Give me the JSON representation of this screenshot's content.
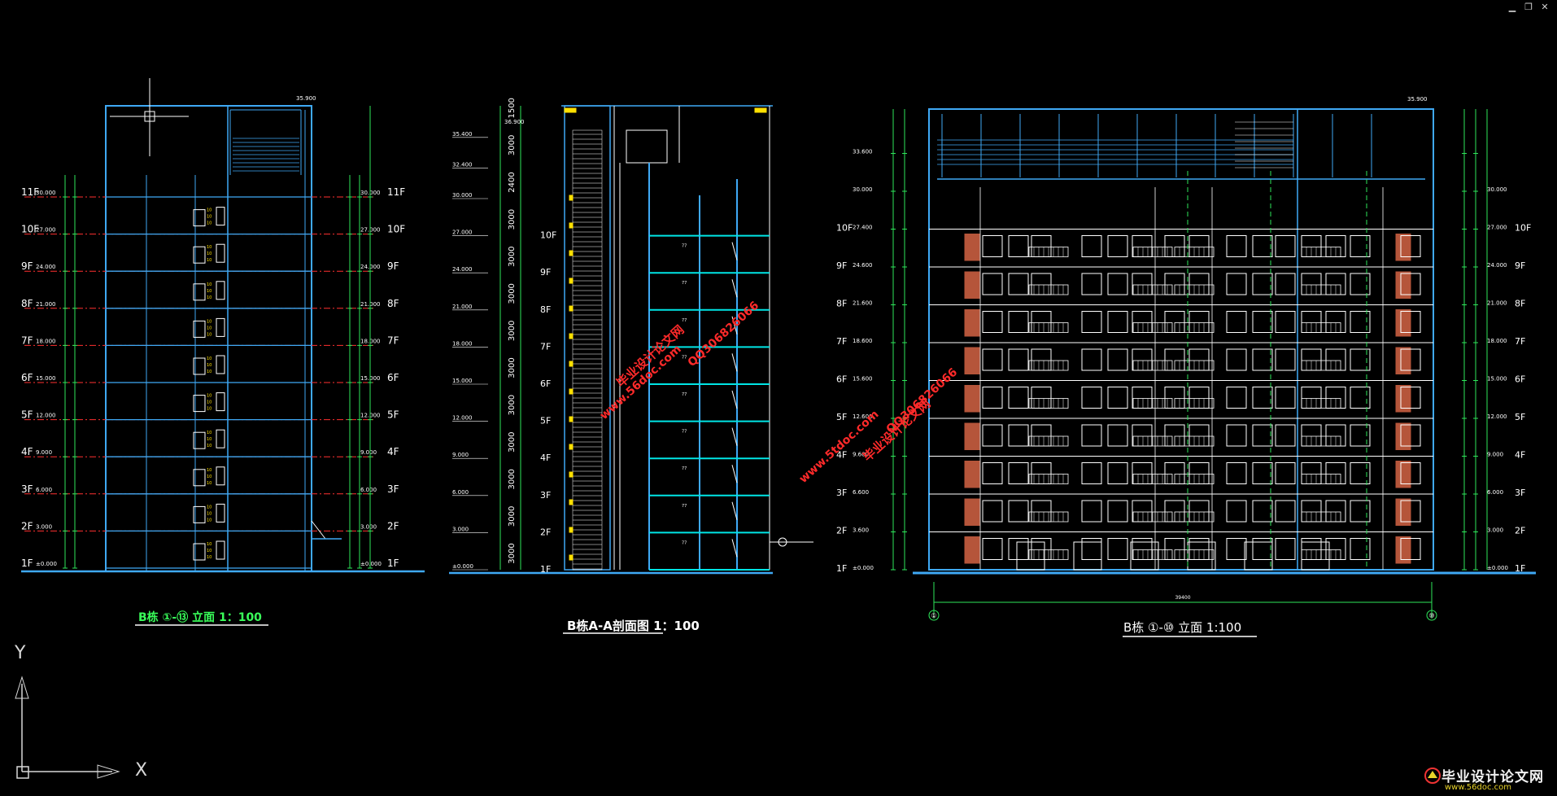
{
  "window": {
    "controls": [
      "minimize",
      "restore",
      "close"
    ],
    "minimize_glyph": "▁",
    "restore_glyph": "❐",
    "close_glyph": "✕"
  },
  "drawings": {
    "elevation_left": {
      "title": "B栋 ①-⑬ 立面 1：100",
      "floor_labels": [
        "1F",
        "2F",
        "3F",
        "4F",
        "5F",
        "6F",
        "7F",
        "8F",
        "9F",
        "10F",
        "11F"
      ],
      "elevations_left": [
        "±0.000",
        "3.000",
        "6.000",
        "9.000",
        "12.000",
        "15.000",
        "18.000",
        "21.000",
        "24.000",
        "27.000",
        "30.000"
      ],
      "elevations_right": [
        "±0.000",
        "3.000",
        "6.000",
        "9.000",
        "12.000",
        "15.000",
        "18.000",
        "21.000",
        "24.000",
        "27.000",
        "30.000"
      ],
      "top_level": "35.900"
    },
    "section": {
      "title": "B栋A-A剖面图 1：100",
      "floor_labels": [
        "1F",
        "2F",
        "3F",
        "4F",
        "5F",
        "6F",
        "7F",
        "8F",
        "9F",
        "10F"
      ],
      "elevations": [
        "±0.000",
        "3.000",
        "6.000",
        "9.000",
        "12.000",
        "15.000",
        "18.000",
        "21.000",
        "24.000",
        "27.000",
        "30.000",
        "32.400",
        "35.400"
      ],
      "segments": [
        "3000",
        "3000",
        "3000",
        "3000",
        "3000",
        "3000",
        "3000",
        "3000",
        "3000",
        "3000",
        "2400",
        "3000",
        "1500"
      ],
      "top_level": "36.900"
    },
    "elevation_right": {
      "title": "B栋 ①-⑩ 立面 1:100",
      "floor_labels": [
        "1F",
        "2F",
        "3F",
        "4F",
        "5F",
        "6F",
        "7F",
        "8F",
        "9F",
        "10F"
      ],
      "elevations_left": [
        "±0.000",
        "3.600",
        "6.600",
        "9.600",
        "12.600",
        "15.600",
        "18.600",
        "21.600",
        "24.600",
        "27.400",
        "30.000",
        "33.600"
      ],
      "elevations_right": [
        "±0.000",
        "3.000",
        "6.000",
        "9.000",
        "12.000",
        "15.000",
        "18.000",
        "21.000",
        "24.000",
        "27.000",
        "30.000"
      ],
      "top_level": "35.900",
      "axis_start": "①",
      "axis_end": "⑩",
      "overall_dim": "39400"
    }
  },
  "watermarks": {
    "site_name": "毕业设计论文网",
    "url": "www.56doc.com",
    "qq": "QQ306826066",
    "url_alt": "www.5tdoc.com"
  },
  "ucs": {
    "x_label": "X",
    "y_label": "Y"
  },
  "logo": {
    "title": "毕业设计论文网",
    "url": "www.56doc.com"
  },
  "colors": {
    "background": "#000000",
    "structure": "#3fa9f5",
    "dim_green": "#2ee65a",
    "level_red": "#ff3030",
    "cyan": "#00e5e5",
    "yellow": "#ffe000",
    "white": "#ffffff",
    "brick": "#b5553a",
    "watermark_red": "#ff2a2a"
  }
}
